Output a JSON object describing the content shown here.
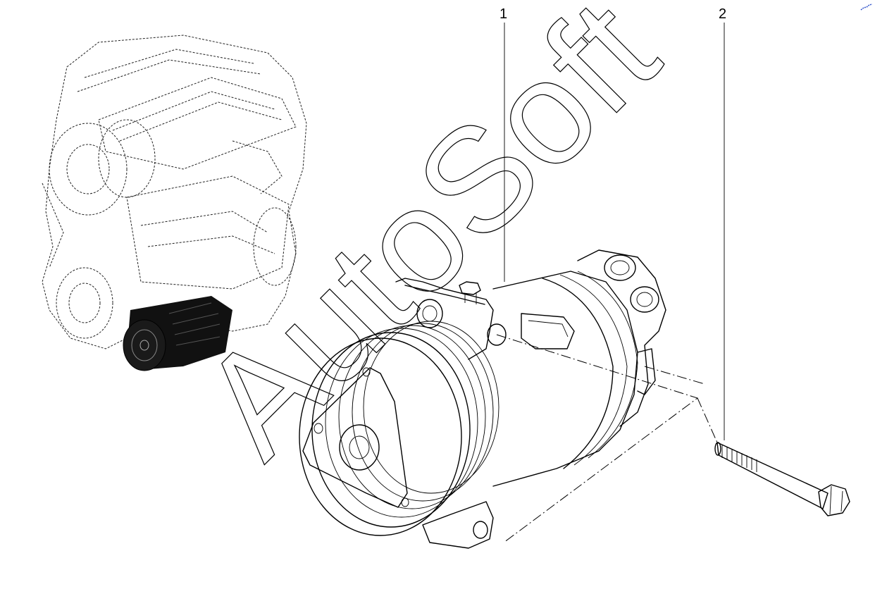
{
  "callouts": [
    {
      "label": "1"
    },
    {
      "label": "2"
    }
  ],
  "watermark": {
    "text": "AutoSoft"
  },
  "colors": {
    "ink": "#000000",
    "background": "#ffffff",
    "corner_mark": "#3355cc"
  }
}
